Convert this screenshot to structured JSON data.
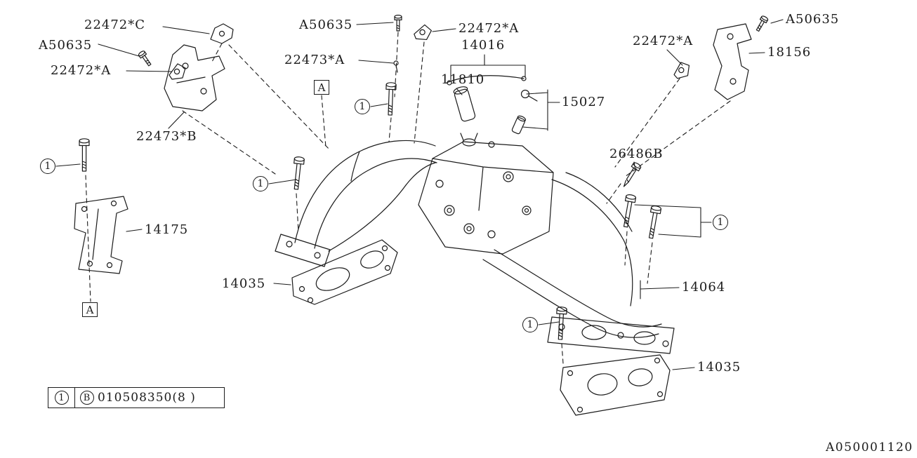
{
  "diagram": {
    "labels": [
      {
        "id": "22472C-top-left",
        "text": "22472*C"
      },
      {
        "id": "A50635-left",
        "text": "A50635"
      },
      {
        "id": "22472A-left",
        "text": "22472*A"
      },
      {
        "id": "22473B",
        "text": "22473*B"
      },
      {
        "id": "A50635-top-center",
        "text": "A50635"
      },
      {
        "id": "22472A-top-center",
        "text": "22472*A"
      },
      {
        "id": "22473A",
        "text": "22473*A"
      },
      {
        "id": "14016",
        "text": "14016"
      },
      {
        "id": "11810",
        "text": "11810"
      },
      {
        "id": "15027",
        "text": "15027"
      },
      {
        "id": "22472A-right",
        "text": "22472*A"
      },
      {
        "id": "A50635-top-right",
        "text": "A50635"
      },
      {
        "id": "18156",
        "text": "18156"
      },
      {
        "id": "26486B",
        "text": "26486B"
      },
      {
        "id": "14175",
        "text": "14175"
      },
      {
        "id": "14035-left",
        "text": "14035"
      },
      {
        "id": "14064",
        "text": "14064"
      },
      {
        "id": "14035-right",
        "text": "14035"
      }
    ],
    "callouts": {
      "circle_1": "1",
      "box_a": "A"
    },
    "legend": {
      "circle_1": "1",
      "circle_b": "B",
      "part_number": "010508350(8 )"
    },
    "diagram_code": "A050001120",
    "line_color": "#1b1b1b"
  }
}
